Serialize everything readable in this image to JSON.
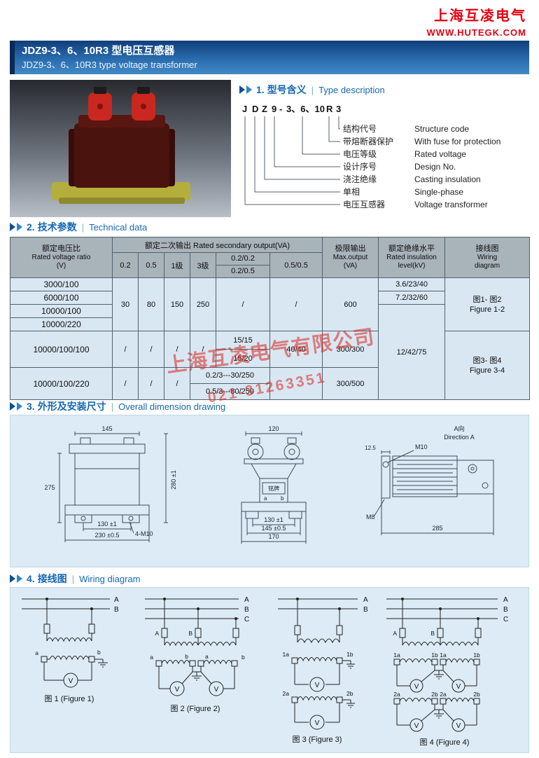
{
  "header": {
    "brand": "上海互凌电气",
    "site": "WWW.HUTEGK.COM",
    "title_cn": "JDZ9-3、6、10R3 型电压互感器",
    "title_en": "JDZ9-3、6、10R3  type voltage transformer"
  },
  "sections": {
    "s1": {
      "no": "1.",
      "cn": "型号含义",
      "sep": "|",
      "en": "Type description"
    },
    "s2": {
      "no": "2.",
      "cn": "技术参数",
      "sep": "|",
      "en": "Technical data"
    },
    "s3": {
      "no": "3.",
      "cn": "外形及安装尺寸",
      "sep": "|",
      "en": "Overall dimension drawing"
    },
    "s4": {
      "no": "4.",
      "cn": "接线图",
      "sep": "|",
      "en": "Wiring diagram"
    }
  },
  "model": {
    "chars": [
      "J",
      "D",
      "Z",
      "9",
      "-",
      "3、6、10",
      "R",
      "3"
    ],
    "labels": [
      {
        "cn": "结构代号",
        "en": "Structure code"
      },
      {
        "cn": "带熔断器保护",
        "en": "With fuse for protection"
      },
      {
        "cn": "电压等级",
        "en": "Rated voltage"
      },
      {
        "cn": "设计序号",
        "en": "Design No."
      },
      {
        "cn": "浇注绝缘",
        "en": "Casting insulation"
      },
      {
        "cn": "单相",
        "en": "Single-phase"
      },
      {
        "cn": "电压互感器",
        "en": "Voltage transformer"
      }
    ]
  },
  "table": {
    "h": {
      "ratio_cn": "额定电压比",
      "ratio_en": "Rated voltage ratio",
      "ratio_v": "(V)",
      "sec": "额定二次输出 Rated secondary output(VA)",
      "c1": "0.2",
      "c2": "0.5",
      "c3": "1级",
      "c4": "3级",
      "d1": "0.2/0.2",
      "d2": "0.2/0.5",
      "c6": "0.5/0.5",
      "max_cn": "极限输出",
      "max_en": "Max.output",
      "max_v": "(VA)",
      "ins_cn": "额定绝缘水平",
      "ins_en": "Rated insulation",
      "ins_kv": "level(kV)",
      "wir_cn": "接线图",
      "wir_en": "Wiring",
      "wir_dg": "diagram"
    },
    "r": {
      "r1": "3000/100",
      "r2": "6000/100",
      "r3": "10000/100",
      "r4": "10000/220",
      "r5": "10000/100/100",
      "r6": "10000/100/220",
      "v30": "30",
      "v80": "80",
      "v150": "150",
      "v250": "250",
      "slash": "/",
      "v600": "600",
      "i1": "3.6/23/40",
      "i2": "7.2/32/60",
      "i3": "12/42/75",
      "w12_cn": "图1- 图2",
      "w12_en": "Figure 1-2",
      "w34_cn": "图3- 图4",
      "w34_en": "Figure 3-4",
      "s1515": "15/15",
      "s1520": "15/20",
      "s4040": "40/40",
      "s300300": "300/300",
      "s300500": "300/500",
      "long1": "0.2/3---30/250",
      "long2": "0.5/3---80/250"
    }
  },
  "watermark": {
    "line1": "上海互凌电气有限公司",
    "line2": "021-31263351"
  },
  "dims": {
    "d145": "145",
    "d275": "275",
    "d280": "280 ±1",
    "d130": "130 ±1",
    "m4x10": "4-M10",
    "d230": "230 ±0.5",
    "d120": "120",
    "plate": "铭牌",
    "ta": "a",
    "tb": "b",
    "d130b": "130 ±1",
    "d145b": "145 ±0.5",
    "d170": "170",
    "adir1": "A向",
    "adir2": "Direction A",
    "d125": "12.5",
    "m10": "M10",
    "m8": "M8",
    "d285": "285"
  },
  "wiring": {
    "A": "A",
    "B": "B",
    "C": "C",
    "a": "a",
    "b": "b",
    "a1": "1a",
    "b1": "1b",
    "a2": "2a",
    "b2": "2b",
    "V": "V",
    "cap1": "图 1 (Figure 1)",
    "cap2": "图 2 (Figure 2)",
    "cap3": "图 3 (Figure 3)",
    "cap4": "图 4 (Figure 4)"
  }
}
